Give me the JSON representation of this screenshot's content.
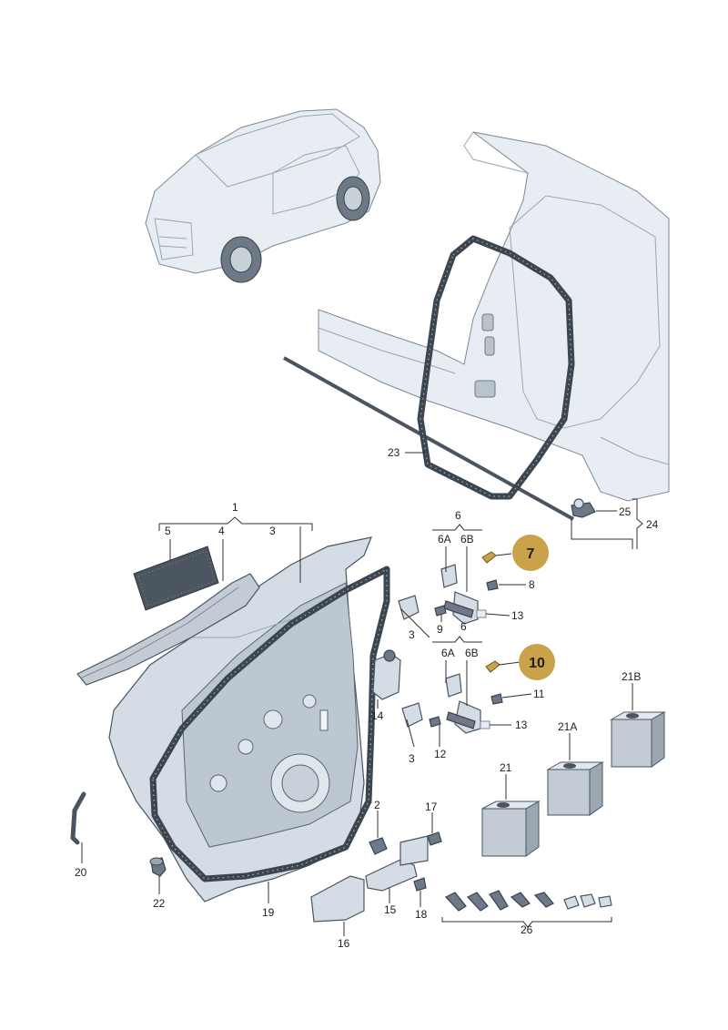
{
  "labels": {
    "l1": "1",
    "l2": "2",
    "l3": "3",
    "l3b": "3",
    "l3c": "3",
    "l4": "4",
    "l5": "5",
    "l6": "6",
    "l6b": "6",
    "l6A": "6A",
    "l6B": "6B",
    "l6A2": "6A",
    "l6B2": "6B",
    "l8": "8",
    "l9": "9",
    "l11": "11",
    "l12": "12",
    "l13": "13",
    "l13b": "13",
    "l14": "14",
    "l15": "15",
    "l16": "16",
    "l17": "17",
    "l18": "18",
    "l19": "19",
    "l20": "20",
    "l21": "21",
    "l21A": "21A",
    "l21B": "21B",
    "l22": "22",
    "l23": "23",
    "l24": "24",
    "l25": "25",
    "l26": "26"
  },
  "highlights": {
    "h7": "7",
    "h10": "10"
  },
  "colors": {
    "highlight": "#c9a24a",
    "part": "#d4dde6",
    "seal": "#3c4650"
  }
}
